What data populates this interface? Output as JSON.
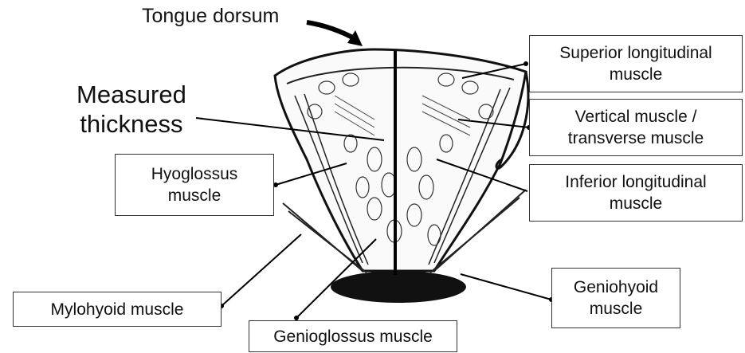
{
  "labels": {
    "tongue_dorsum": "Tongue dorsum",
    "measured_thickness": "Measured\nthickness",
    "superior_longitudinal": "Superior longitudinal\nmuscle",
    "vertical_transverse": "Vertical muscle /\ntransverse muscle",
    "inferior_longitudinal": "Inferior longitudinal\nmuscle",
    "hyoglossus": "Hyoglossus\nmuscle",
    "mylohyoid": "Mylohyoid muscle",
    "genioglossus": "Genioglossus muscle",
    "geniohyoid": "Geniohyoid\nmuscle"
  },
  "colors": {
    "ink": "#111111",
    "box_border": "#333333",
    "background": "#ffffff"
  }
}
